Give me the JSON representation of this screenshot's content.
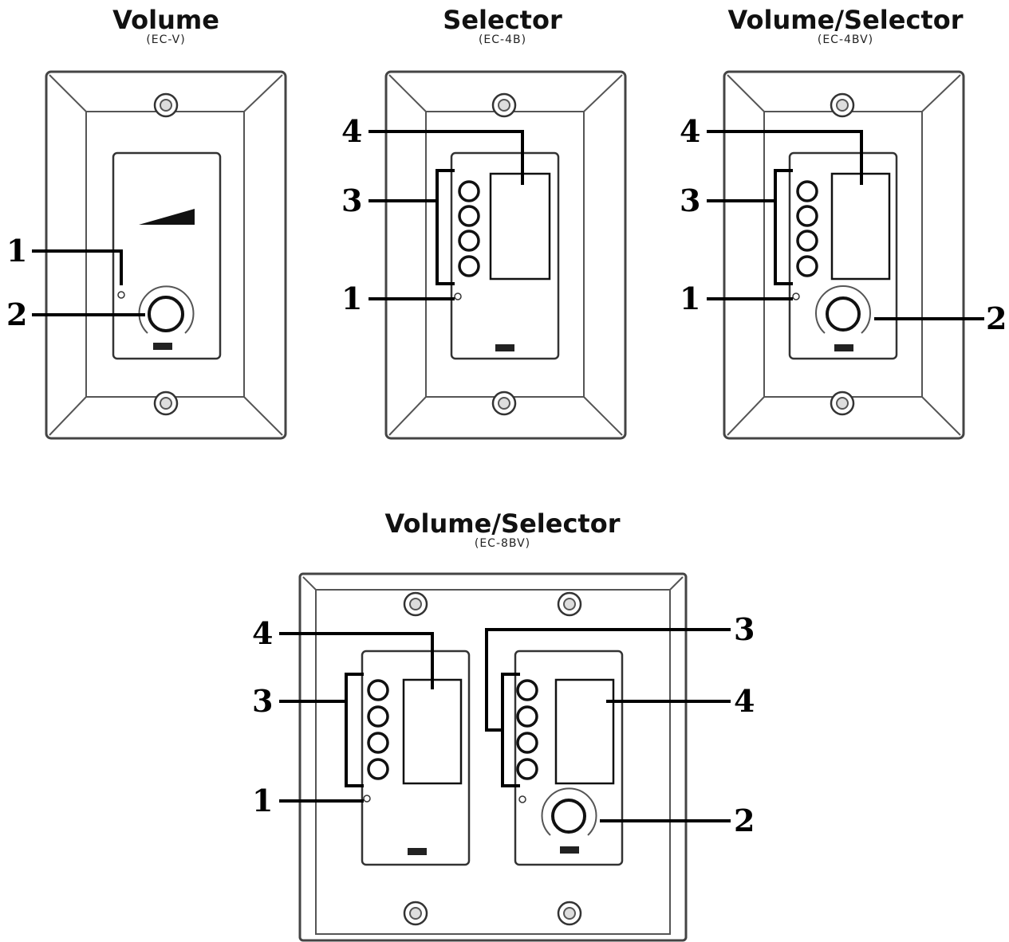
{
  "devices": [
    {
      "title": "Volume",
      "model": "(EC-V)"
    },
    {
      "title": "Selector",
      "model": "(EC-4B)"
    },
    {
      "title": "Volume/Selector",
      "model": "(EC-4BV)"
    },
    {
      "title": "Volume/Selector",
      "model": "(EC-8BV)"
    }
  ],
  "callouts": {
    "led": "1",
    "knob": "2",
    "buttons": "3",
    "display": "4"
  }
}
